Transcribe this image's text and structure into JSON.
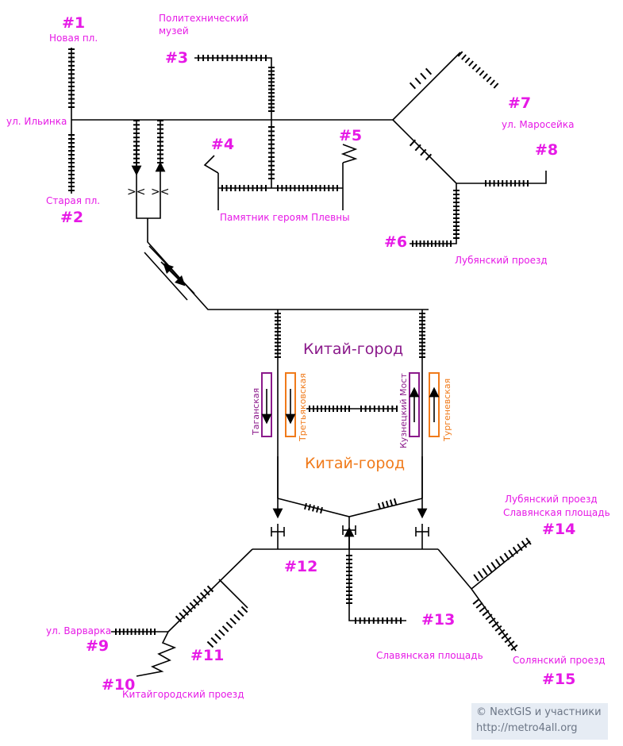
{
  "labels": {
    "exit1_num": "#1",
    "exit1_name": "Новая пл.",
    "exit2_num": "#2",
    "exit2_name": "Старая пл.",
    "exit3_num": "#3",
    "exit3_name_l1": "Политехнический",
    "exit3_name_l2": "музей",
    "exit4_num": "#4",
    "exit5_num": "#5",
    "monument": "Памятник героям Плевны",
    "exit6_num": "#6",
    "exit6_name": "Лубянский проезд",
    "exit7_num": "#7",
    "exit7_name": "ул. Маросейка",
    "exit8_num": "#8",
    "street_ilyinka": "ул. Ильинка",
    "exit9_num": "#9",
    "exit9_name": "ул. Варварка",
    "exit10_num": "#10",
    "exit10_name": "Китайгородский проезд",
    "exit11_num": "#11",
    "exit12_num": "#12",
    "exit13_num": "#13",
    "exit13_name": "Славянская площадь",
    "exit14_num": "#14",
    "exit14_name_l1": "Лубянский проезд",
    "exit14_name_l2": "Славянская площадь",
    "exit15_num": "#15",
    "exit15_name": "Солянский проезд"
  },
  "stations": {
    "kitay_gorod_purple": "Китай-город",
    "kitay_gorod_orange": "Китай-город"
  },
  "platforms": {
    "taganskaya": "Таганская",
    "tretyakovskaya": "Третьяковская",
    "kuznetsky_most": "Кузнецкий Мост",
    "turgenevskaya": "Тургеневская"
  },
  "colors": {
    "label": "#e619e6",
    "purple_line": "#8b1a8b",
    "orange_line": "#f07a1a"
  },
  "copyright": {
    "line1": "© NextGIS и участники",
    "line2": "http://metro4all.org"
  }
}
